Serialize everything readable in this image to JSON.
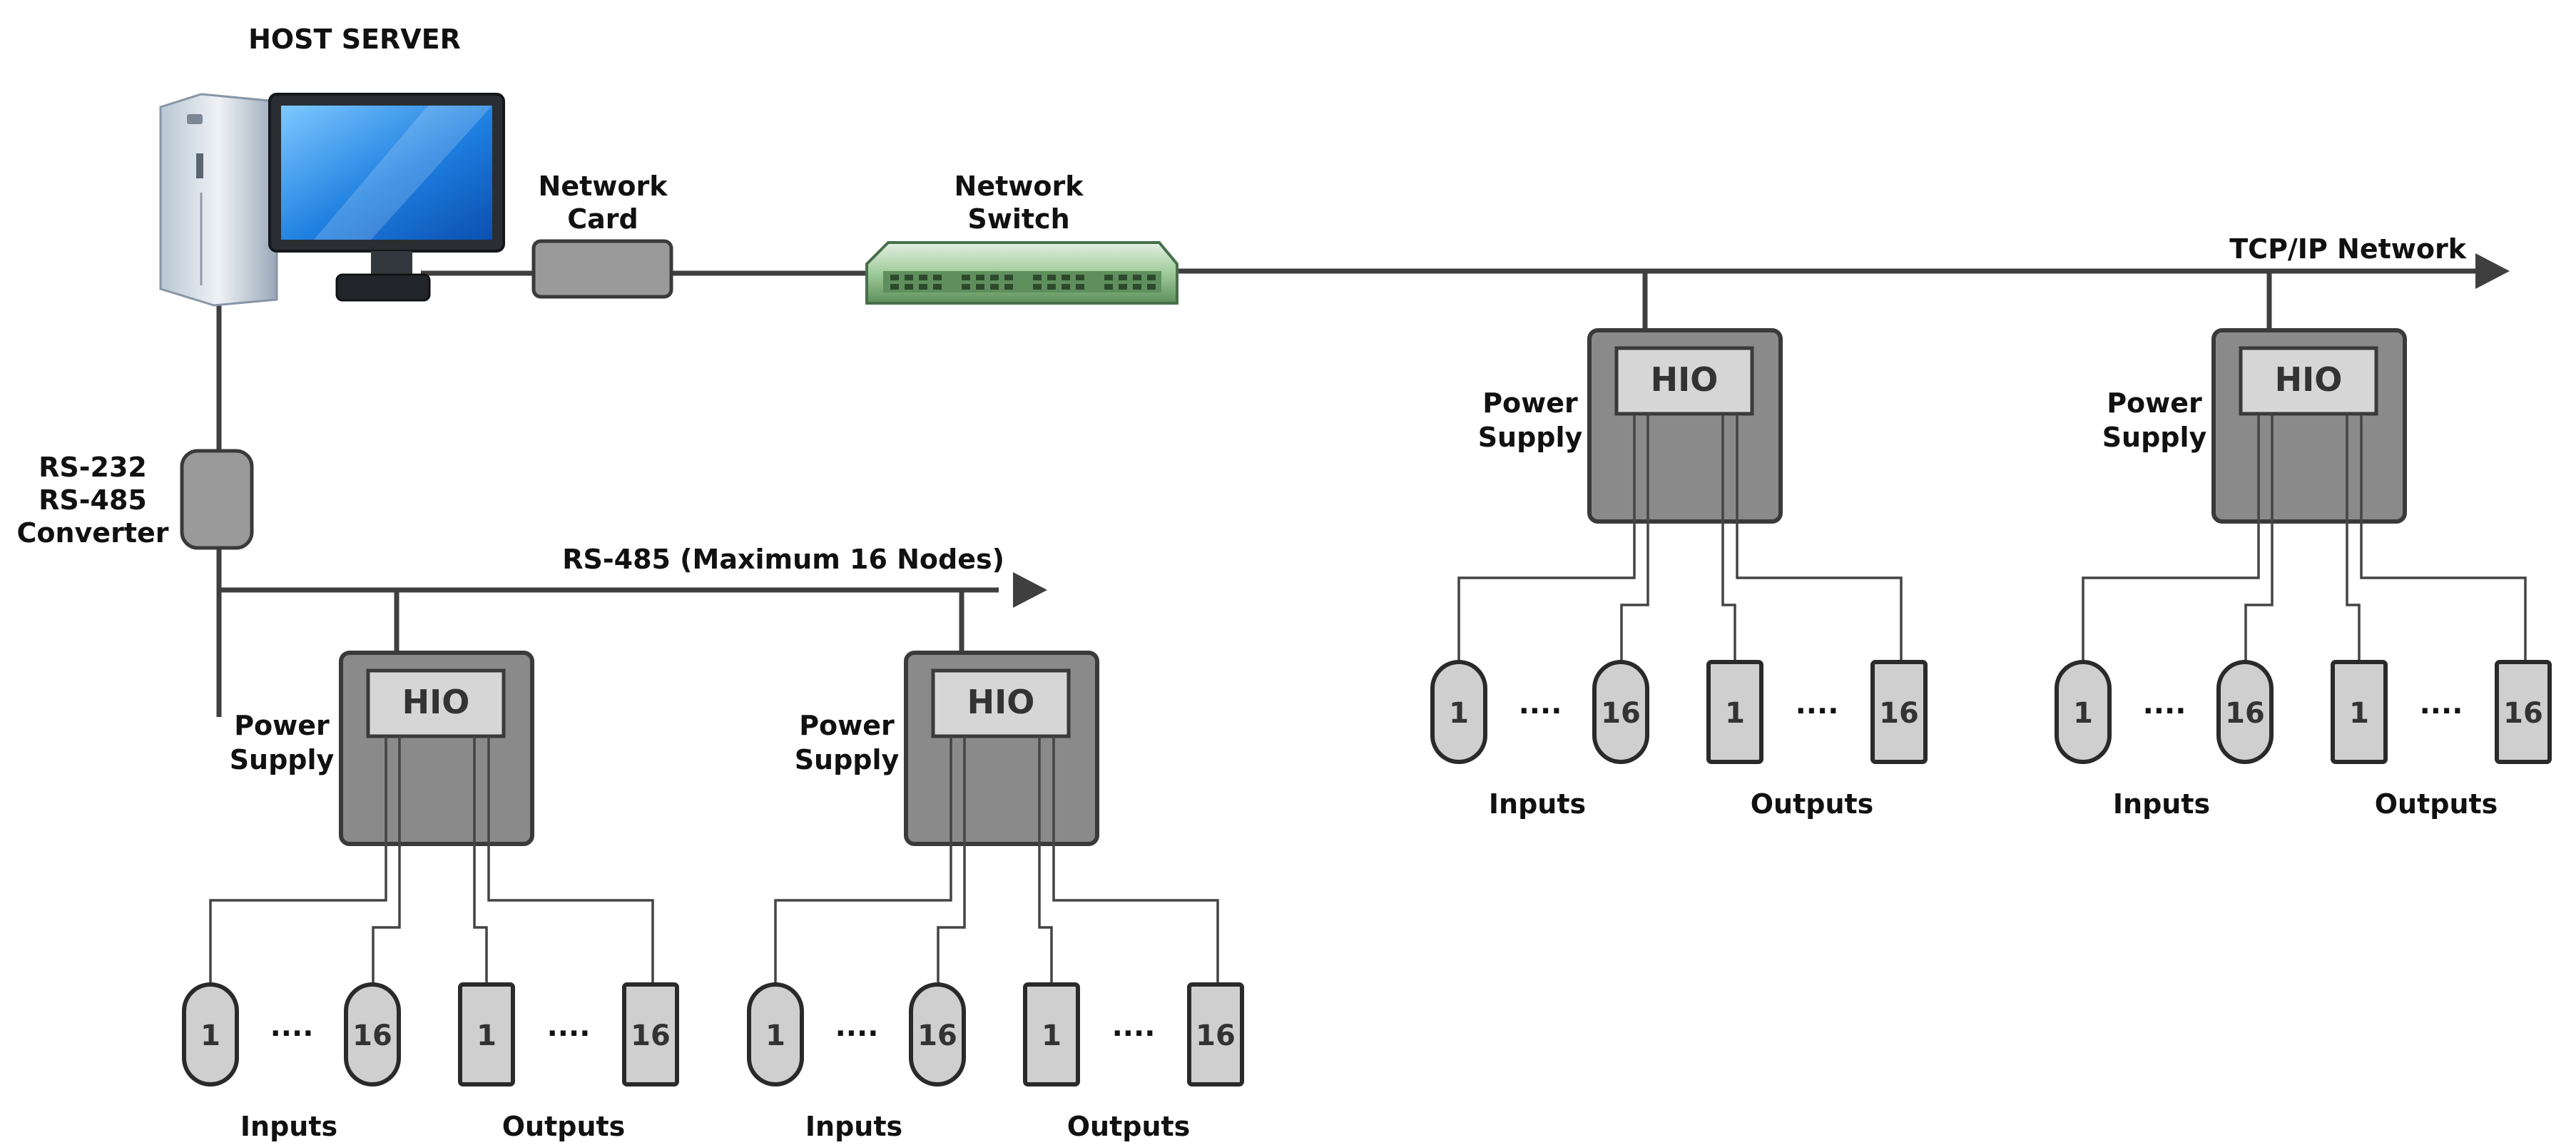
{
  "labels": {
    "host_server": "HOST SERVER",
    "network_card": [
      "Network",
      "Card"
    ],
    "network_switch": [
      "Network",
      "Switch"
    ],
    "tcpip_network": "TCP/IP Network",
    "converter": [
      "RS-232",
      "RS-485",
      "Converter"
    ],
    "rs485_bus": "RS-485 (Maximum 16 Nodes)"
  },
  "nodes": [
    {
      "hio_label": "HIO",
      "power_label": [
        "Power",
        "Supply"
      ],
      "input_first": "1",
      "input_last": "16",
      "output_first": "1",
      "output_last": "16",
      "dots": "····",
      "inputs_label": "Inputs",
      "outputs_label": "Outputs"
    },
    {
      "hio_label": "HIO",
      "power_label": [
        "Power",
        "Supply"
      ],
      "input_first": "1",
      "input_last": "16",
      "output_first": "1",
      "output_last": "16",
      "dots": "····",
      "inputs_label": "Inputs",
      "outputs_label": "Outputs"
    },
    {
      "hio_label": "HIO",
      "power_label": [
        "Power",
        "Supply"
      ],
      "input_first": "1",
      "input_last": "16",
      "output_first": "1",
      "output_last": "16",
      "dots": "····",
      "inputs_label": "Inputs",
      "outputs_label": "Outputs"
    },
    {
      "hio_label": "HIO",
      "power_label": [
        "Power",
        "Supply"
      ],
      "input_first": "1",
      "input_last": "16",
      "output_first": "1",
      "output_last": "16",
      "dots": "····",
      "inputs_label": "Inputs",
      "outputs_label": "Outputs"
    }
  ],
  "colors": {
    "line": "#3f3f3f",
    "hio_outer": "#8a8a8a",
    "hio_inner": "#d6d6d6",
    "io_fill": "#cfcfcf",
    "device_gray": "#9a9a9a",
    "switch_green": "#8fbf8c"
  },
  "icons": [
    "host-server-icon",
    "network-switch-icon",
    "network-card-icon",
    "converter-icon",
    "arrow-right-icon"
  ]
}
